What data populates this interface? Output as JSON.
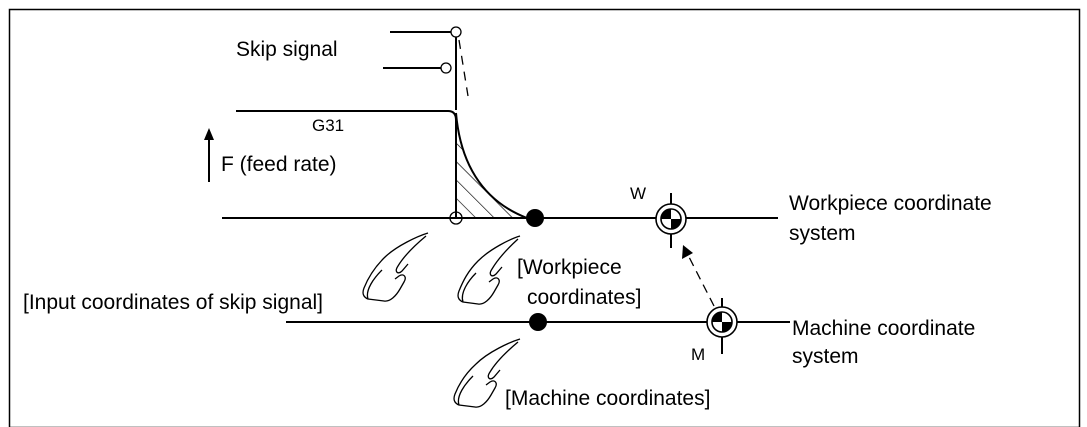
{
  "diagram": {
    "skip_signal_label": "Skip signal",
    "g31_label": "G31",
    "feed_rate_label": "F (feed rate)",
    "w_label": "W",
    "m_label": "M",
    "workpiece_system_line1": "Workpiece coordinate",
    "workpiece_system_line2": "system",
    "machine_system_line1": "Machine coordinate",
    "machine_system_line2": "system",
    "workpiece_coords_line1": "[Workpiece",
    "workpiece_coords_line2": "coordinates]",
    "input_coords_label": "[Input coordinates of skip signal]",
    "machine_coords_label": "[Machine coordinates]"
  }
}
